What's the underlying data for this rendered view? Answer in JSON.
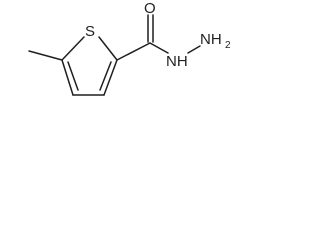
{
  "molecule": {
    "atoms": {
      "sulfur": "S",
      "oxygen": "O",
      "amide_nitrogen": "NH",
      "amine_nitrogen": "NH"
    },
    "subscripts": {
      "amine_h_count": "2"
    },
    "colors": {
      "bond": "#1f1f1f",
      "text": "#1f1f1f",
      "background": "#ffffff"
    }
  }
}
